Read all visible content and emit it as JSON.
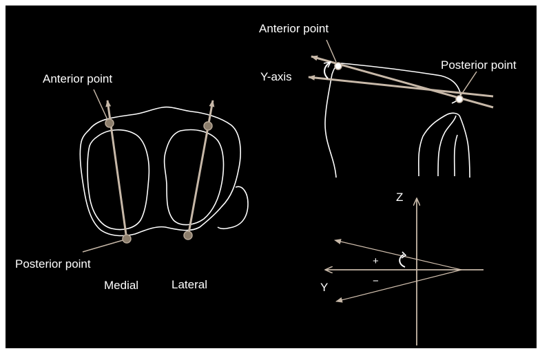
{
  "colors": {
    "background": "#000000",
    "outline": "#ffffff",
    "axis_line": "#c7b8a8",
    "thin_line": "#d4c2b0",
    "marker_fill": "#8b7d6b",
    "marker_stroke": "#b7a897",
    "label": "#ffffff"
  },
  "left_view": {
    "anterior_label": "Anterior point",
    "posterior_label": "Posterior point",
    "medial_label": "Medial",
    "lateral_label": "Lateral"
  },
  "sagittal_view": {
    "anterior_label": "Anterior point",
    "posterior_label": "Posterior point",
    "y_axis_label": "Y-axis"
  },
  "axes_diagram": {
    "z_label": "Z",
    "y_label": "Y",
    "plus_sign": "+",
    "minus_sign": "−"
  }
}
